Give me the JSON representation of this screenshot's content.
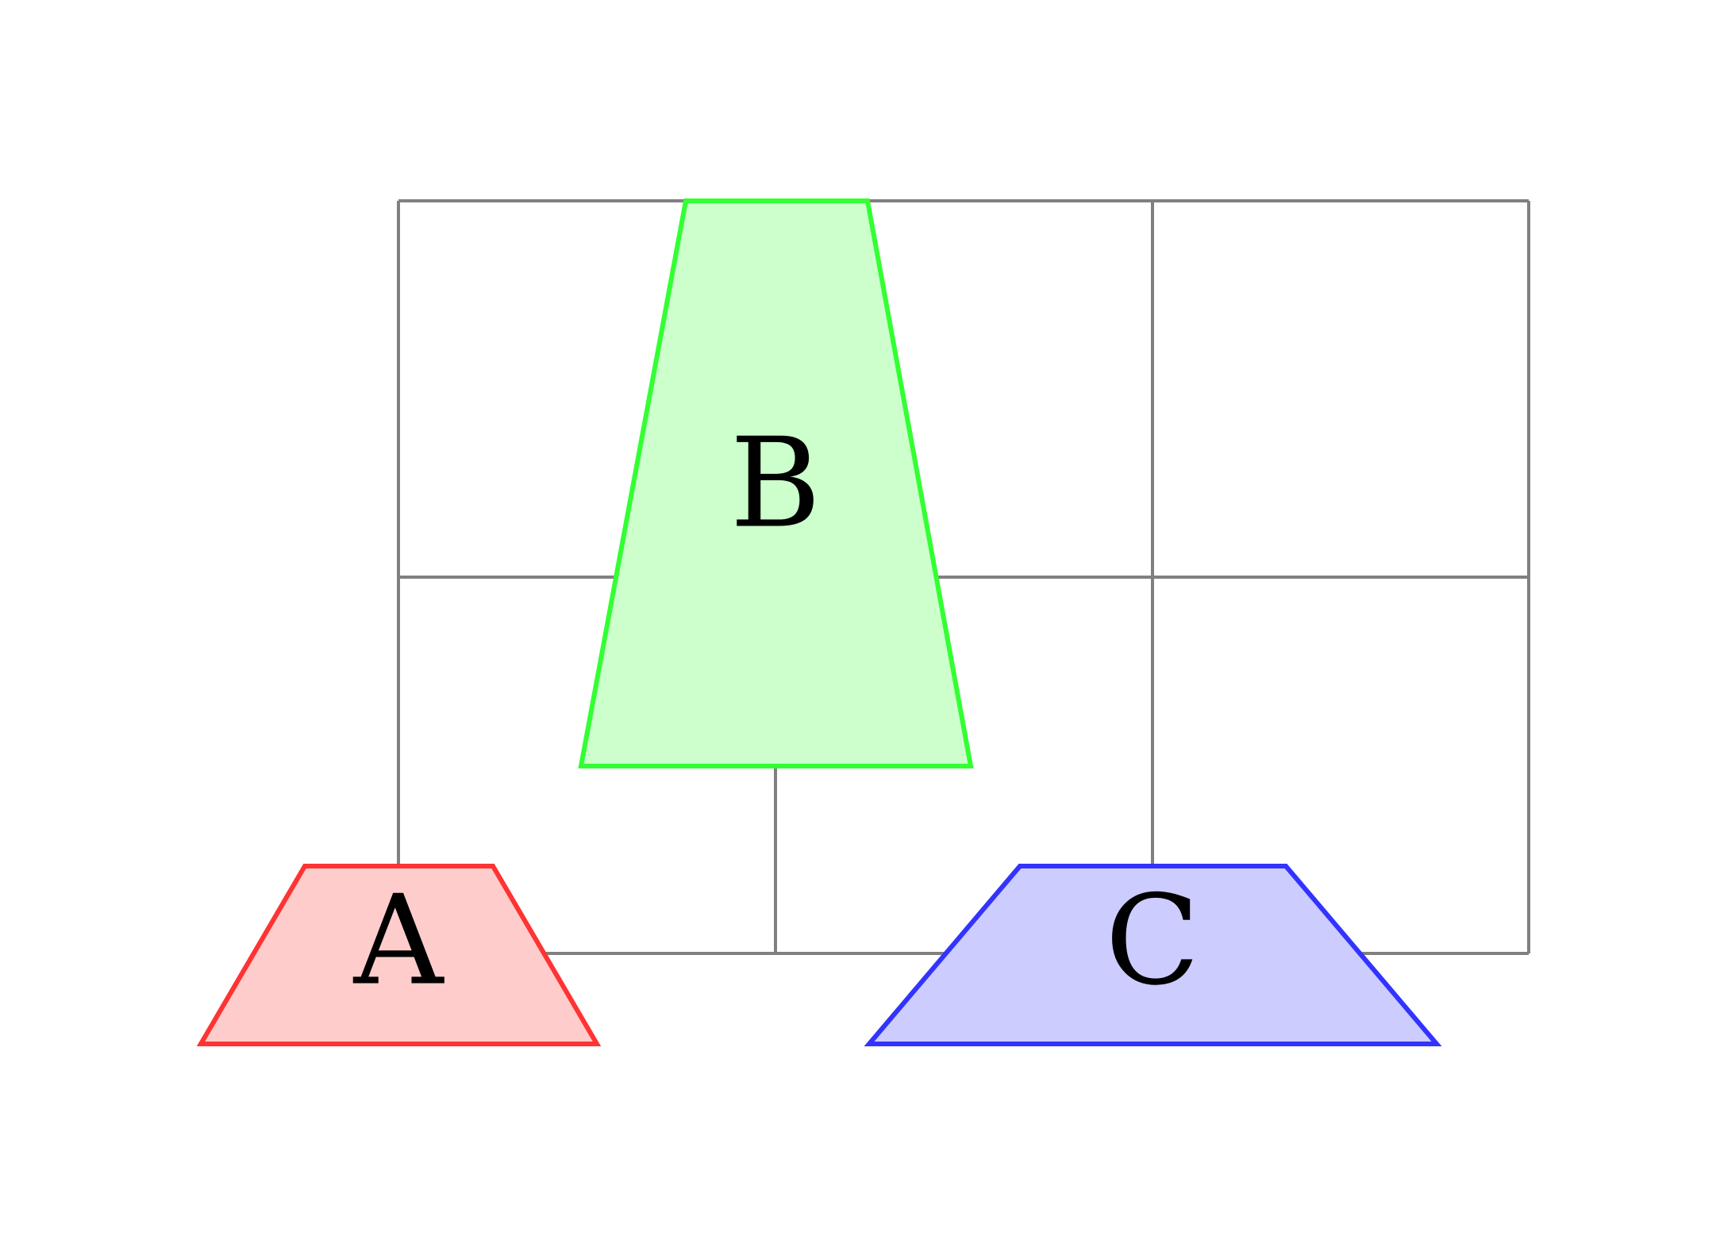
{
  "shapes": {
    "a": {
      "label": "A",
      "fill": "#ffcccc",
      "stroke": "#ff3333"
    },
    "b": {
      "label": "B",
      "fill": "#ccffcc",
      "stroke": "#33ff33"
    },
    "c": {
      "label": "C",
      "fill": "#ccccff",
      "stroke": "#3333ff"
    }
  },
  "grid": {
    "color": "#808080",
    "columns": 3,
    "rows": 2
  }
}
